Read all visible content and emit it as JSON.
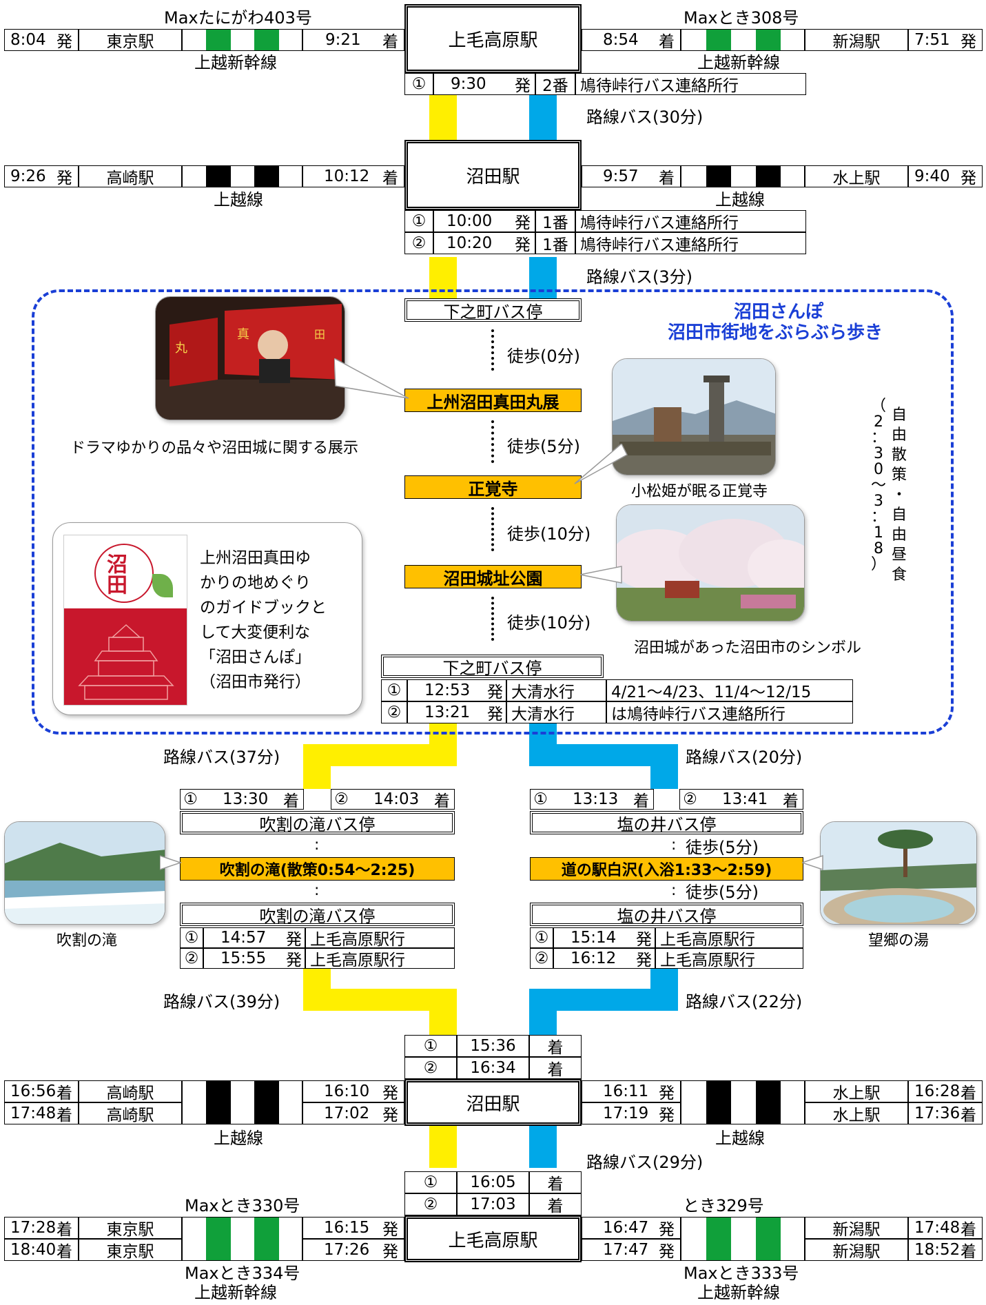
{
  "top_section": {
    "station": "上毛高原駅",
    "left_train_name": "Maxたにがわ403号",
    "left_dep_time": "8:04",
    "dep_label": "発",
    "arr_label": "着",
    "left_origin": "東京駅",
    "left_arr_time": "9:21",
    "left_line": "上越新幹線",
    "right_train_name": "Maxとき308号",
    "right_arr_time": "8:54",
    "right_origin": "新潟駅",
    "right_dep_time": "7:51",
    "right_line": "上越新幹線",
    "bus_row": {
      "num": "①",
      "time": "9:30",
      "dep": "発",
      "platform": "2番",
      "dest": "鳩待峠行バス連絡所行"
    },
    "bus_label": "路線バス(30分)"
  },
  "numata1": {
    "station": "沼田駅",
    "left_dep_time": "9:26",
    "left_origin": "高崎駅",
    "left_arr_time": "10:12",
    "left_line": "上越線",
    "right_arr_time": "9:57",
    "right_origin": "水上駅",
    "right_dep_time": "9:40",
    "right_line": "上越線",
    "bus_rows": [
      {
        "num": "①",
        "time": "10:00",
        "dep": "発",
        "platform": "1番",
        "dest": "鳩待峠行バス連絡所行"
      },
      {
        "num": "②",
        "time": "10:20",
        "dep": "発",
        "platform": "1番",
        "dest": "鳩待峠行バス連絡所行"
      }
    ],
    "bus_label": "路線バス(3分)"
  },
  "sanpo": {
    "title1": "沼田さんぽ",
    "title2": "沼田市街地をぶらぶら歩き",
    "stop1": "下之町バス停",
    "walk0": "徒歩(0分)",
    "spot1": "上州沼田真田丸展",
    "spot1_caption": "ドラマゆかりの品々や沼田城に関する展示",
    "walk5": "徒歩(5分)",
    "spot2": "正覚寺",
    "spot2_caption": "小松姫が眠る正覚寺",
    "walk10a": "徒歩(10分)",
    "spot3": "沼田城址公園",
    "spot3_caption": "沼田城があった沼田市のシンボル",
    "walk10b": "徒歩(10分)",
    "stop2": "下之町バス停",
    "bus_rows": [
      {
        "num": "①",
        "time": "12:53",
        "dep": "発",
        "dest": "大清水行"
      },
      {
        "num": "②",
        "time": "13:21",
        "dep": "発",
        "dest": "大清水行"
      }
    ],
    "note1": "4/21～4/23、11/4～12/15",
    "note2": "は鳩待峠行バス連絡所行",
    "vertical_note": [
      "（",
      "2",
      "：",
      "3",
      "0",
      "～",
      "3",
      "：",
      "1",
      "8",
      "）"
    ],
    "vertical_note2": [
      "自",
      "由",
      "散",
      "策",
      "・",
      "自",
      "由",
      "昼",
      "食"
    ],
    "guide_text": [
      "上州沼田真田ゆ",
      "かりの地めぐり",
      "のガイドブックと",
      "して大変便利な",
      "「沼田さんぽ」",
      "（沼田市発行）"
    ],
    "guide_cover_title": "沼田"
  },
  "left_branch": {
    "bus_label1": "路線バス(37分)",
    "arr_row": {
      "n1": "①",
      "t1": "13:30",
      "a1": "着",
      "n2": "②",
      "t2": "14:03",
      "a2": "着"
    },
    "stop": "吹割の滝バス停",
    "spot": "吹割の滝(散策0:54～2:25)",
    "stop2": "吹割の滝バス停",
    "dep_rows": [
      {
        "num": "①",
        "time": "14:57",
        "dep": "発",
        "dest": "上毛高原駅行"
      },
      {
        "num": "②",
        "time": "15:55",
        "dep": "発",
        "dest": "上毛高原駅行"
      }
    ],
    "photo_caption": "吹割の滝",
    "bus_label2": "路線バス(39分)"
  },
  "right_branch": {
    "bus_label1": "路線バス(20分)",
    "arr_row": {
      "n1": "①",
      "t1": "13:13",
      "a1": "着",
      "n2": "②",
      "t2": "13:41",
      "a2": "着"
    },
    "stop": "塩の井バス停",
    "walk1": "徒歩(5分)",
    "spot": "道の駅白沢(入浴1:33～2:59)",
    "walk2": "徒歩(5分)",
    "stop2": "塩の井バス停",
    "dep_rows": [
      {
        "num": "①",
        "time": "15:14",
        "dep": "発",
        "dest": "上毛高原駅行"
      },
      {
        "num": "②",
        "time": "16:12",
        "dep": "発",
        "dest": "上毛高原駅行"
      }
    ],
    "photo_caption": "望郷の湯",
    "bus_label2": "路線バス(22分)"
  },
  "numata2": {
    "arr_rows": [
      {
        "num": "①",
        "time": "15:36",
        "arr": "着"
      },
      {
        "num": "②",
        "time": "16:34",
        "arr": "着"
      }
    ],
    "station": "沼田駅",
    "left_rows": [
      {
        "arr_time": "16:56",
        "arr": "着",
        "dest": "高崎駅",
        "dep_time": "16:10",
        "dep": "発"
      },
      {
        "arr_time": "17:48",
        "arr": "着",
        "dest": "高崎駅",
        "dep_time": "17:02",
        "dep": "発"
      }
    ],
    "left_line": "上越線",
    "right_rows": [
      {
        "dep_time": "16:11",
        "dep": "発",
        "dest": "水上駅",
        "arr_time": "16:28",
        "arr": "着"
      },
      {
        "dep_time": "17:19",
        "dep": "発",
        "dest": "水上駅",
        "arr_time": "17:36",
        "arr": "着"
      }
    ],
    "right_line": "上越線",
    "bus_label": "路線バス(29分)"
  },
  "jomo2": {
    "arr_rows": [
      {
        "num": "①",
        "time": "16:05",
        "arr": "着"
      },
      {
        "num": "②",
        "time": "17:03",
        "arr": "着"
      }
    ],
    "station": "上毛高原駅",
    "left_train1": "Maxとき330号",
    "left_rows": [
      {
        "arr_time": "17:28",
        "arr": "着",
        "dest": "東京駅",
        "dep_time": "16:15",
        "dep": "発"
      },
      {
        "arr_time": "18:40",
        "arr": "着",
        "dest": "東京駅",
        "dep_time": "17:26",
        "dep": "発"
      }
    ],
    "left_train2": "Maxとき334号",
    "left_line": "上越新幹線",
    "right_train1": "とき329号",
    "right_rows": [
      {
        "dep_time": "16:47",
        "dep": "発",
        "dest": "新潟駅",
        "arr_time": "17:48",
        "arr": "着"
      },
      {
        "dep_time": "17:47",
        "dep": "発",
        "dest": "新潟駅",
        "arr_time": "18:52",
        "arr": "着"
      }
    ],
    "right_train2": "Maxとき333号",
    "right_line": "上越新幹線"
  },
  "colors": {
    "shinkansen": "#10a03a",
    "local_line": "#000000",
    "bus_route_left": "#ffef00",
    "bus_route_right": "#00a8e8",
    "spot": "#ffc000",
    "sanpo_border": "#1a3fd6",
    "sanpo_title": "#1a3fd6"
  }
}
